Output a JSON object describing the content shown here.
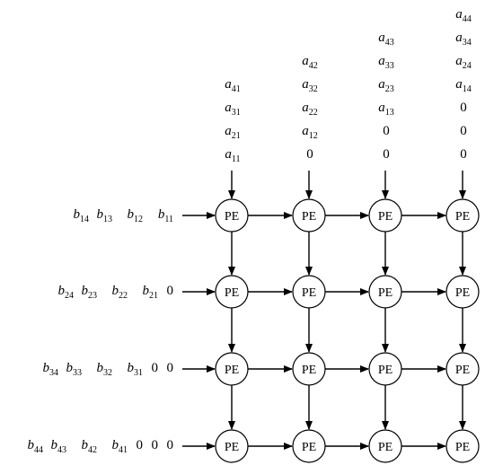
{
  "pe_label": "PE",
  "grid": {
    "rows": 4,
    "cols": 4
  },
  "column_inputs": [
    [
      "a|41",
      "a|31",
      "a|21",
      "a|11"
    ],
    [
      "a|42",
      "a|32",
      "a|22",
      "a|12",
      "0"
    ],
    [
      "a|43",
      "a|33",
      "a|23",
      "a|13",
      "0",
      "0"
    ],
    [
      "a|44",
      "a|34",
      "a|24",
      "a|14",
      "0",
      "0",
      "0"
    ]
  ],
  "row_inputs": [
    [
      "b|14",
      "b|13",
      "b|12",
      "b|11"
    ],
    [
      "b|24",
      "b|23",
      "b|22",
      "b|21",
      "0"
    ],
    [
      "b|34",
      "b|33",
      "b|32",
      "b|31",
      "0",
      "0"
    ],
    [
      "b|44",
      "b|43",
      "b|42",
      "b|41",
      "0",
      "0",
      "0"
    ]
  ],
  "colors": {
    "stroke": "#000000",
    "background": "#ffffff"
  }
}
